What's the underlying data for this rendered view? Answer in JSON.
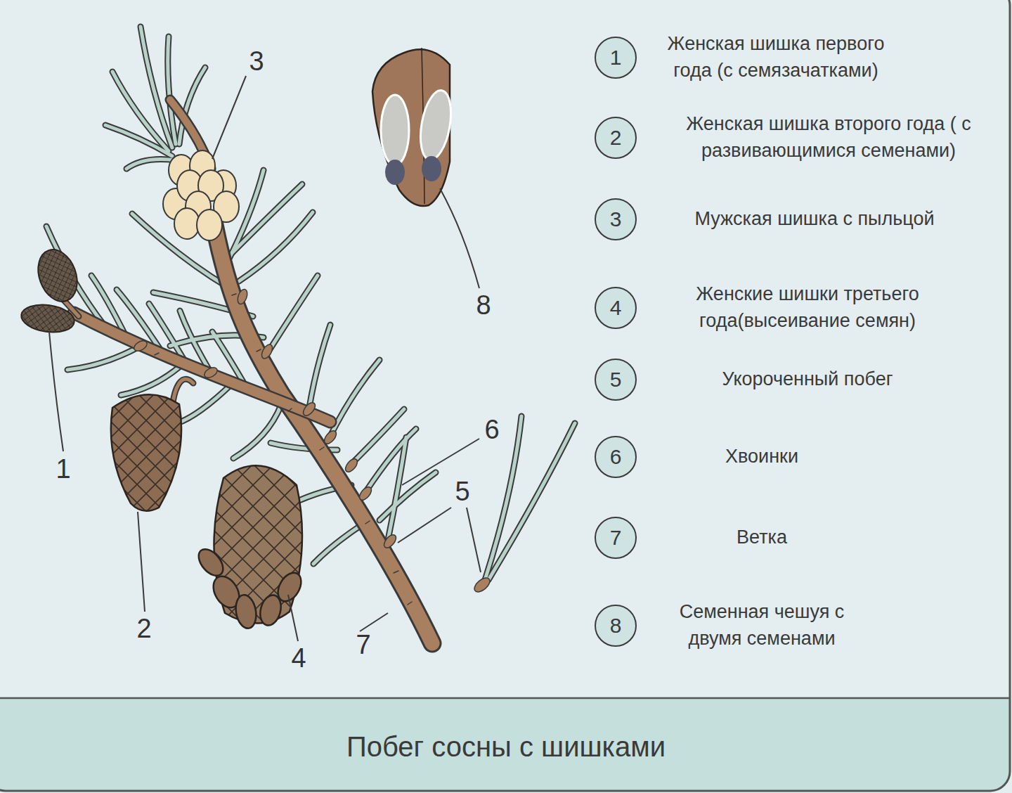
{
  "diagram": {
    "caption": "Побег сосны с шишками",
    "nodes": [
      {
        "text": [
          "1",
          "Женская шишка первого года (с семязачатками)"
        ]
      },
      {
        "text": [
          "2",
          "Женская шишка второго года ( с развивающимися семенами)"
        ]
      },
      {
        "text": [
          "3",
          "Мужская шишка с пыльцой"
        ]
      },
      {
        "text": [
          "4",
          "Женские шишки третьего года(высеивание семян)"
        ]
      },
      {
        "text": [
          "5",
          "Укороченный побег"
        ]
      },
      {
        "text": [
          "6",
          "Хвоинки"
        ]
      },
      {
        "text": [
          "7",
          "Ветка"
        ]
      },
      {
        "text": [
          "8",
          "Семенная чешуя с двумя семенами"
        ]
      }
    ],
    "labels": [
      "3",
      "8",
      "1",
      "6",
      "5",
      "2",
      "4",
      "7"
    ]
  }
}
